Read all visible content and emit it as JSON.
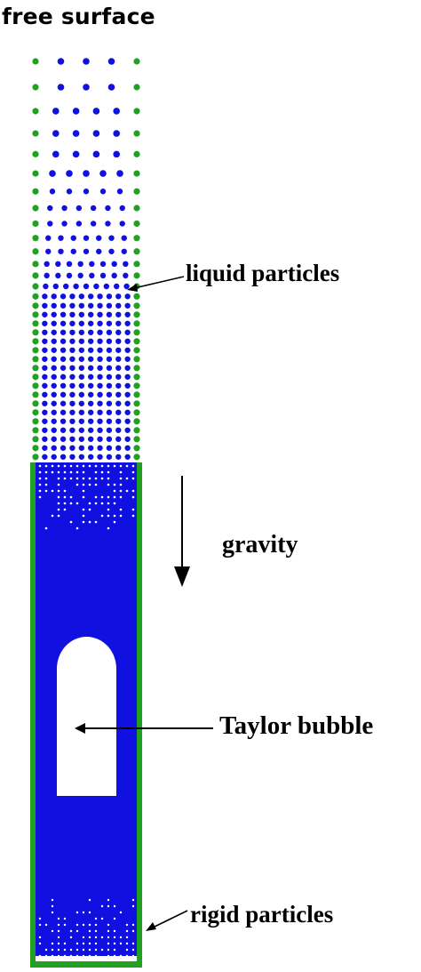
{
  "labels": {
    "free_surface": "free surface",
    "liquid_particles": "liquid particles",
    "gravity": "gravity",
    "taylor_bubble": "Taylor bubble",
    "rigid_particles": "rigid particles"
  },
  "colors": {
    "liquid": "#1010e0",
    "wall": "#22a022",
    "bubble": "#ffffff",
    "text": "#000000"
  }
}
